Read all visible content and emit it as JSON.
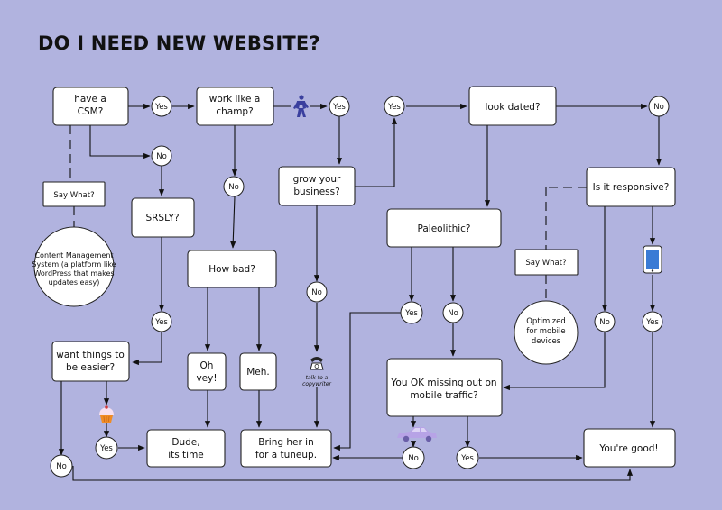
{
  "title": "DO I NEED NEW WEBSITE?",
  "nodes": {
    "csm": [
      "have a",
      "CSM?"
    ],
    "champ": [
      "work like a",
      "champ?"
    ],
    "grow": [
      "grow your",
      "business?"
    ],
    "dated": "look dated?",
    "paleo": "Paleolithic?",
    "responsive": "Is it responsive?",
    "say_what_1": "Say What?",
    "say_what_2": "Say What?",
    "cms_def": [
      "Content Management",
      "System (a platform like",
      "WordPress that makes",
      "updates easy)"
    ],
    "srsly": "SRSLY?",
    "how_bad": "How bad?",
    "optimized": [
      "Optimized",
      "for mobile",
      "devices"
    ],
    "easier": [
      "want things to",
      "be easier?"
    ],
    "ohvey": [
      "Oh",
      "vey!"
    ],
    "meh": "Meh.",
    "mobile_traffic": [
      "You OK missing out on",
      "mobile traffic?"
    ],
    "dude": [
      "Dude,",
      "its time"
    ],
    "tuneup": [
      "Bring her in",
      "for a tuneup."
    ],
    "good": "You're good!"
  },
  "labels": {
    "yes": "Yes",
    "no": "No",
    "copywriter": [
      "talk to a",
      "copywriter"
    ]
  },
  "icons": [
    "runner-icon",
    "telephone-icon",
    "cupcake-icon",
    "smartphone-icon",
    "car-icon"
  ],
  "colors": {
    "background": "#b1b3df",
    "box_fill": "#ffffff",
    "line": "#111111",
    "icon_blue": "#3a3f9e",
    "car": "#b7a3e6"
  }
}
